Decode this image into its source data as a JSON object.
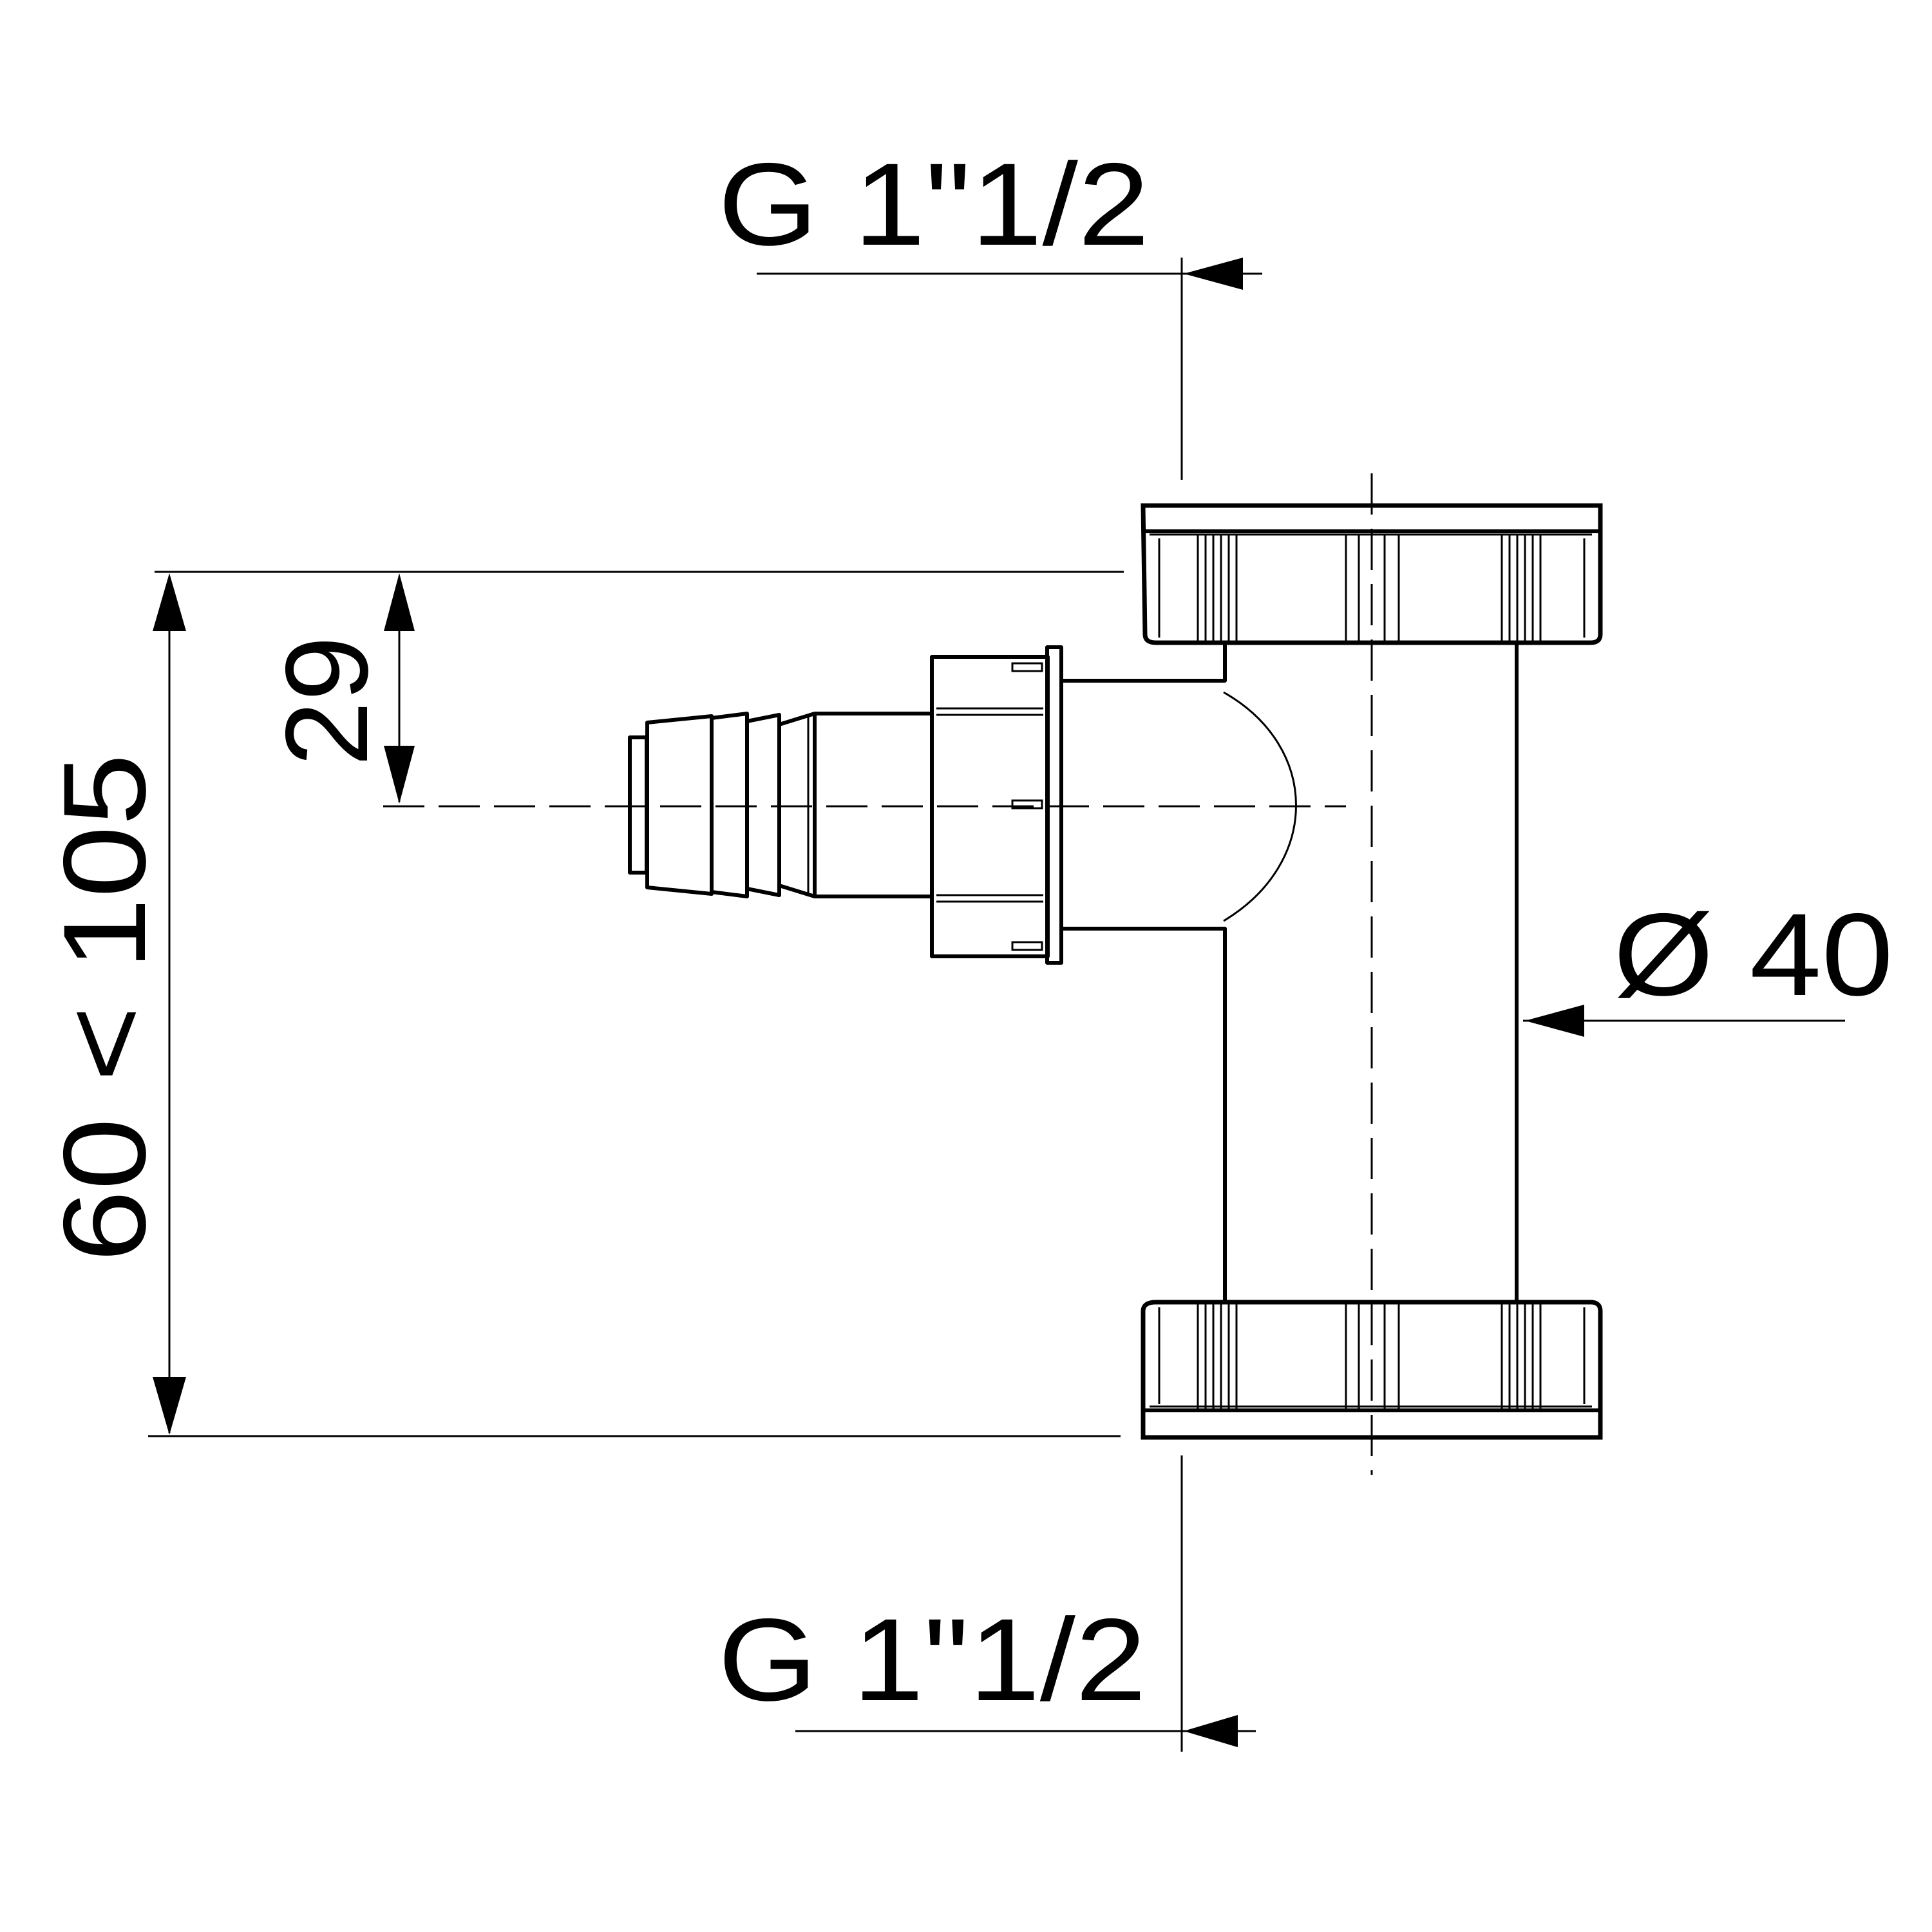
{
  "dimensions": {
    "thread_top": "G 1\"1/2",
    "thread_bottom": "G 1\"1/2",
    "outlet_offset": "29",
    "height_range": "60 < 105",
    "body_diameter": "Ø 40"
  }
}
